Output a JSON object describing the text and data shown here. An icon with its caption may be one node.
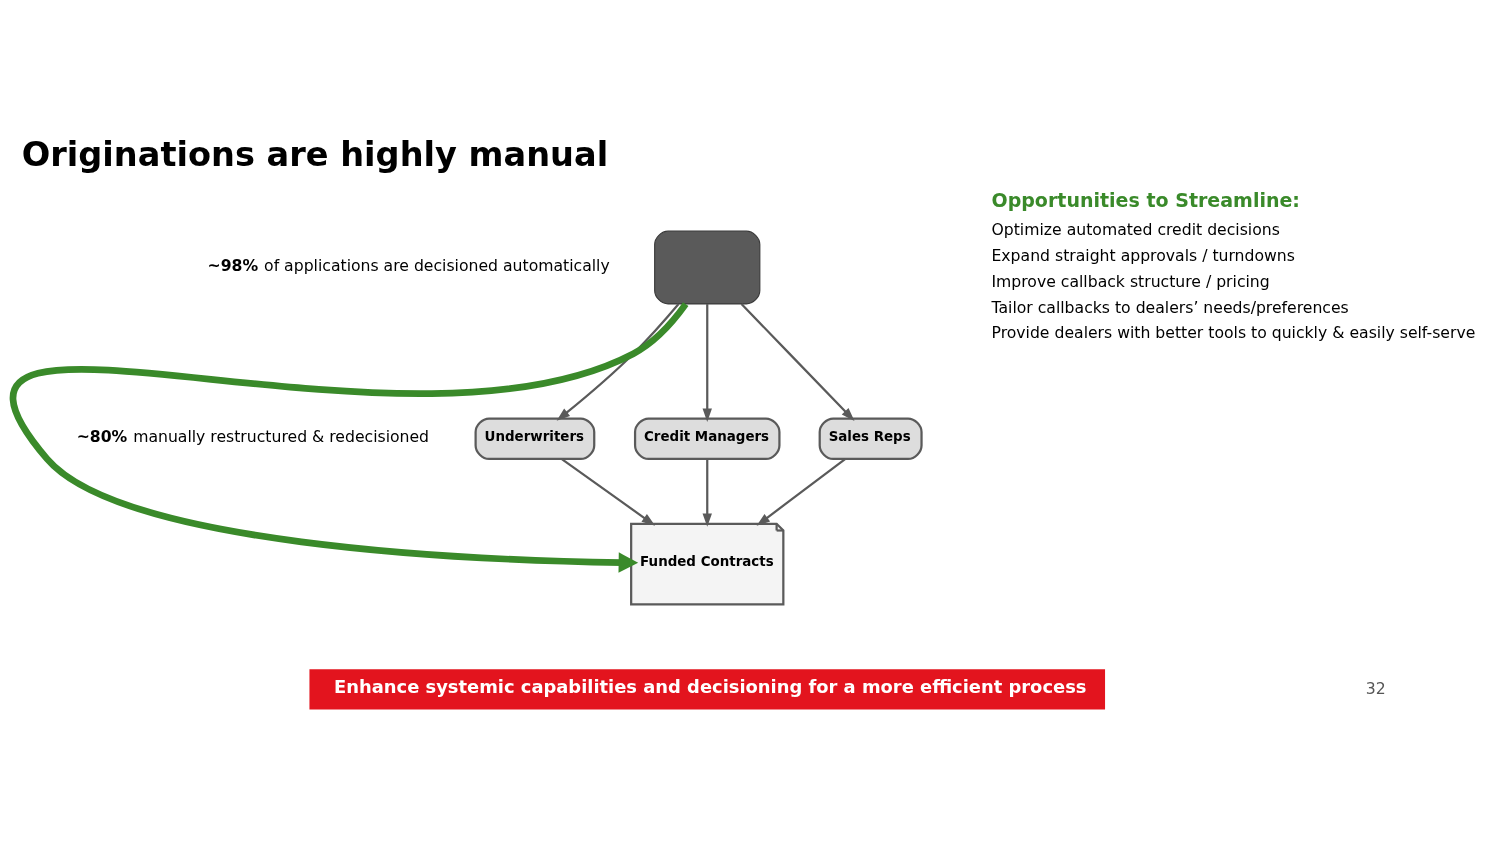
{
  "diagram": {
    "title": "Originations are highly manual",
    "caption": "Enhance systemic capabilities and decisioning for a more efficient process",
    "nodes": [
      {
        "text": [],
        "shape": "laptop",
        "beside": [
          "**~98%** of applications are decisioned automatically"
        ]
      },
      {
        "text": [
          "Underwriters"
        ]
      },
      {
        "text": [
          "Credit Managers"
        ]
      },
      {
        "text": [
          "Sales Reps"
        ]
      },
      {
        "text": [
          "Funded Contracts"
        ]
      }
    ],
    "edges": [
      {
        "from": 0,
        "to": 1,
        "arrow": "to"
      },
      {
        "from": 0,
        "to": 2,
        "arrow": "to"
      },
      {
        "from": 0,
        "to": 3,
        "arrow": "to"
      },
      {
        "from": 1,
        "to": 4,
        "arrow": "to"
      },
      {
        "from": 2,
        "to": 4,
        "arrow": "to"
      },
      {
        "from": 3,
        "to": 4,
        "arrow": "to"
      },
      {
        "from": 0,
        "to": 4,
        "arrow": "to",
        "style": "thick",
        "color": "#3a8a2a"
      }
    ],
    "labels": [
      "**~80%** manually restructured & redecisioned",
      "Opportunities to Streamline:",
      "Optimize automated credit decisions",
      "Expand straight approvals / turndowns",
      "Improve callback structure / pricing",
      "Tailor callbacks to dealers’ needs/preferences",
      "Provide dealers with better tools to quickly & easily self-serve",
      "32"
    ]
  }
}
